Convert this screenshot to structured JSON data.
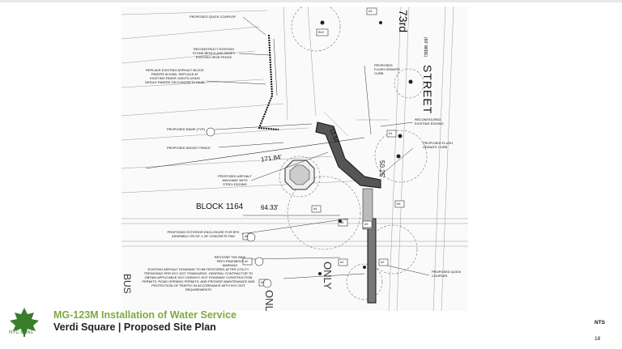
{
  "slide": {
    "title": "MG-123M Installation of Water Service",
    "subtitle": "Verdi Square | Proposed Site Plan",
    "scale_note": "NTS",
    "page_number": "18",
    "logo_text": "NYC Parks"
  },
  "plan": {
    "street_name_top": "73rd",
    "street_width": "(80' WIDE)",
    "street_name_bottom": "STREET",
    "block_label": "BLOCK",
    "block_number": "1164",
    "dim_1": "171.84'",
    "dim_2": "64.33'",
    "dim_3": "50.25'",
    "dim_4": "12.54'",
    "road_marking_bus": "BUS",
    "road_marking_only": "ONLY",
    "road_marking_only_2": "ONLY",
    "callouts": [
      "PROPOSED QUICK COUPLER",
      "RECONSTRUCT EXISTING STONE BENCH AND RESET EXISTING IRON FENCE",
      "REPLACE EXISTING ASPHALT BLOCK PAVERS IN KIND. REPLACE AT EXISTING PAVER JOINTS USING WHOLE PAVERS ON CONCRETE BASE",
      "PROPOSED RAMP (TYP)",
      "PROPOSED WICKET FENCE",
      "PROPOSED ASPHALT WALKWAY WITH STEEL EDGING",
      "PROPOSED EXTERIOR ENCLOSURE FOR RPZ ASSEMBLY ON 53\" x 28\" CONCRETE PAD",
      "RESTORE THE BIKE PATH PAVEMENT MARKING",
      "EXISTING ASPHALT ROADWAY TO BE RESTORED AFTER UTILITY TRENCHING PER NYC DOT STANDARDS. GENERAL CONTRACTOR TO OBTAIN APPLICABLE NYC DOB/NYC DOT ROADWAY CONSTRUCTION PERMITS, ROAD OPENING PERMITS, AND PROVIDE MAINTENANCE AND PROTECTION OF TRAFFIC IN ACCORDANCE WITH NYC DOT REQUIREMENTS",
      "PROPOSED FLUSH GRANITE CURB",
      "RECONFIGURED EXISTING EDGING",
      "PROPOSED FLUSH GRANITE CURB",
      "PROPOSED QUICK COUPLER"
    ],
    "tags": [
      "#3",
      "B10",
      "#1",
      "#4",
      "#5",
      "#6",
      "#3",
      "#1",
      "#2",
      "#3",
      "#2",
      "#2"
    ]
  },
  "colors": {
    "title_green": "#7aac3e",
    "logo_green": "#3a7d2a",
    "line_dark": "#222222",
    "fill_dark": "#555555"
  }
}
